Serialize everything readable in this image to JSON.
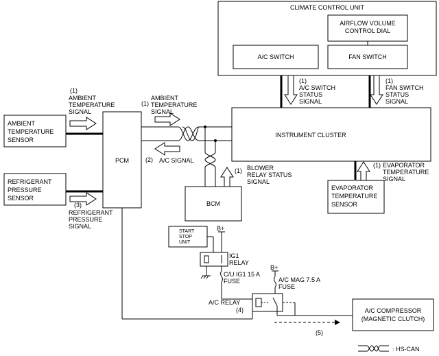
{
  "blocks": {
    "climate_control_unit": "CLIMATE CONTROL UNIT",
    "airflow_dial": [
      "AIRFLOW VOLUME",
      "CONTROL DIAL"
    ],
    "ac_switch": "A/C SWITCH",
    "fan_switch": "FAN SWITCH",
    "ambient_sensor": [
      "AMBIENT",
      "TEMPERATURE",
      "SENSOR"
    ],
    "refrigerant_sensor": [
      "REFRIGERANT",
      "PRESSURE",
      "SENSOR"
    ],
    "pcm": "PCM",
    "instrument_cluster": "INSTRUMENT CLUSTER",
    "bcm": "BCM",
    "evaporator_sensor": [
      "EVAPORATOR",
      "TEMPERATURE",
      "SENSOR"
    ],
    "start_stop_unit": [
      "START",
      "STOP",
      "UNIT"
    ],
    "ac_compressor": [
      "A/C COMPRESSOR",
      "(MAGNETIC CLUTCH)"
    ]
  },
  "signals": {
    "ambient_temp_in": [
      "(1)",
      "AMBIENT",
      "TEMPERATURE",
      "SIGNAL"
    ],
    "refrigerant_in": [
      "(3)",
      "REFRIGERANT",
      "PRESSURE",
      "SIGNAL"
    ],
    "ambient_temp_out": {
      "num": "(1)",
      "lines": [
        "AMBIENT",
        "TEMPERATURE",
        "SIGNAL"
      ]
    },
    "ac_signal": {
      "num": "(2)",
      "text": "A/C SIGNAL"
    },
    "ac_switch_status": {
      "num": "(1)",
      "lines": [
        "A/C SWITCH",
        "STATUS",
        "SIGNAL"
      ]
    },
    "fan_switch_status": {
      "num": "(1)",
      "lines": [
        "FAN SWITCH",
        "STATUS",
        "SIGNAL"
      ]
    },
    "blower_relay": {
      "num": "(1)",
      "lines": [
        "BLOWER",
        "RELAY STATUS",
        "SIGNAL"
      ]
    },
    "evaporator_temp": {
      "num": "(1)",
      "lines": [
        "EVAPORATOR",
        "TEMPERATURE",
        "SIGNAL"
      ]
    }
  },
  "power": {
    "b_plus_1": "B+",
    "b_plus_2": "B+",
    "ig1_relay": [
      "IG1",
      "RELAY"
    ],
    "cu_fuse": [
      "C/U IG1 15 A",
      "FUSE"
    ],
    "ac_mag_fuse": [
      "A/C MAG 7.5 A",
      "FUSE"
    ],
    "ac_relay": "A/C RELAY",
    "ac_relay_num": "(4)",
    "clutch_num": "(5)"
  },
  "legend": {
    "hs_can": ": HS-CAN"
  }
}
